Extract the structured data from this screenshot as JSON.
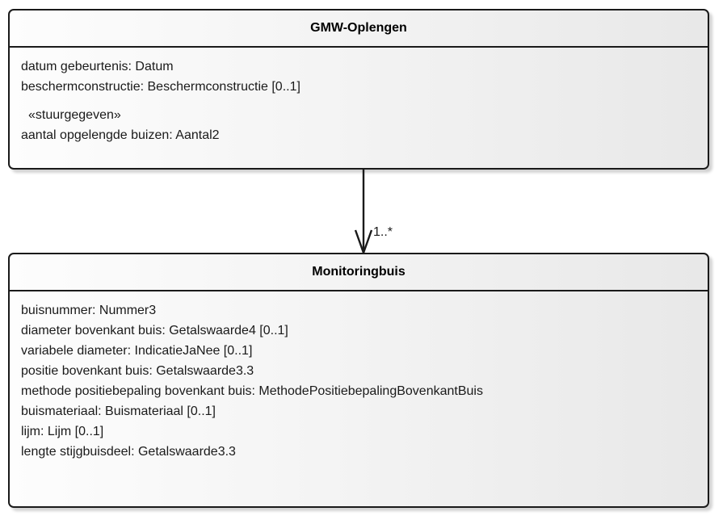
{
  "diagram": {
    "type": "uml-class-diagram",
    "background_color": "#ffffff",
    "border_color": "#1a1a1a",
    "fill_gradient_from": "#fdfdfd",
    "fill_gradient_to": "#e8e8e8"
  },
  "classes": [
    {
      "id": "gmw-oplengen",
      "name": "GMW-Oplengen",
      "attributes": [
        {
          "text": "datum gebeurtenis: Datum",
          "stereotype": false
        },
        {
          "text": "beschermconstructie: Beschermconstructie [0..1]",
          "stereotype": false
        },
        {
          "text": "«stuurgegeven»",
          "stereotype": true
        },
        {
          "text": "aantal opgelengde buizen: Aantal2",
          "stereotype": false
        }
      ]
    },
    {
      "id": "monitoringbuis",
      "name": "Monitoringbuis",
      "attributes": [
        {
          "text": "buisnummer: Nummer3",
          "stereotype": false
        },
        {
          "text": "diameter bovenkant buis: Getalswaarde4 [0..1]",
          "stereotype": false
        },
        {
          "text": "variabele diameter: IndicatieJaNee [0..1]",
          "stereotype": false
        },
        {
          "text": "positie bovenkant buis: Getalswaarde3.3",
          "stereotype": false
        },
        {
          "text": "methode positiebepaling bovenkant buis: MethodePositiebepalingBovenkantBuis",
          "stereotype": false
        },
        {
          "text": "buismateriaal: Buismateriaal [0..1]",
          "stereotype": false
        },
        {
          "text": "lijm: Lijm [0..1]",
          "stereotype": false
        },
        {
          "text": "lengte stijgbuisdeel: Getalswaarde3.3",
          "stereotype": false
        }
      ]
    }
  ],
  "connector": {
    "kind": "association",
    "arrow_style": "open-arrowhead",
    "source": "GMW-Oplengen",
    "target": "Monitoringbuis",
    "target_multiplicity": "1..*"
  }
}
